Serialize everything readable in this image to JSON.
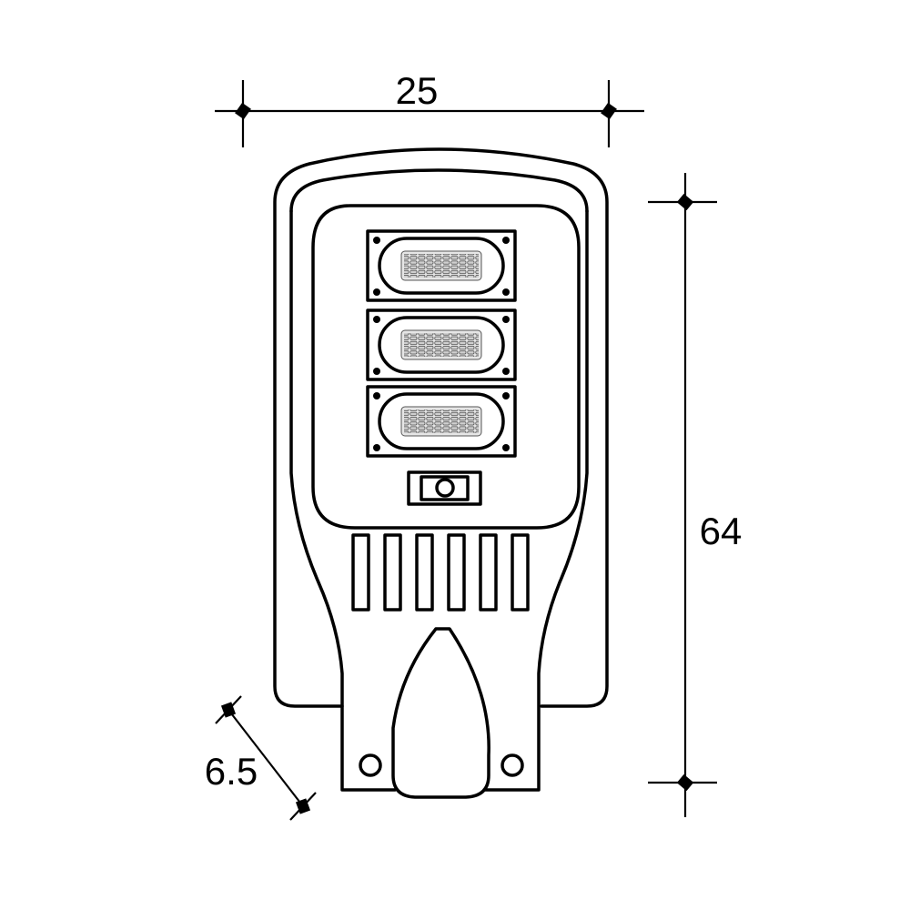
{
  "drawing": {
    "subject": "Solar LED street light, front view with dimensions",
    "stroke_color": "#000000",
    "background": "#ffffff",
    "dimensions": {
      "width_label": "25",
      "height_label": "64",
      "depth_label": "6.5"
    },
    "led_modules": [
      {
        "index": 1,
        "label": "LED module 1"
      },
      {
        "index": 2,
        "label": "LED module 2"
      },
      {
        "index": 3,
        "label": "LED module 3"
      }
    ],
    "vent_slots_count": 6,
    "mounting_holes_count": 2
  }
}
